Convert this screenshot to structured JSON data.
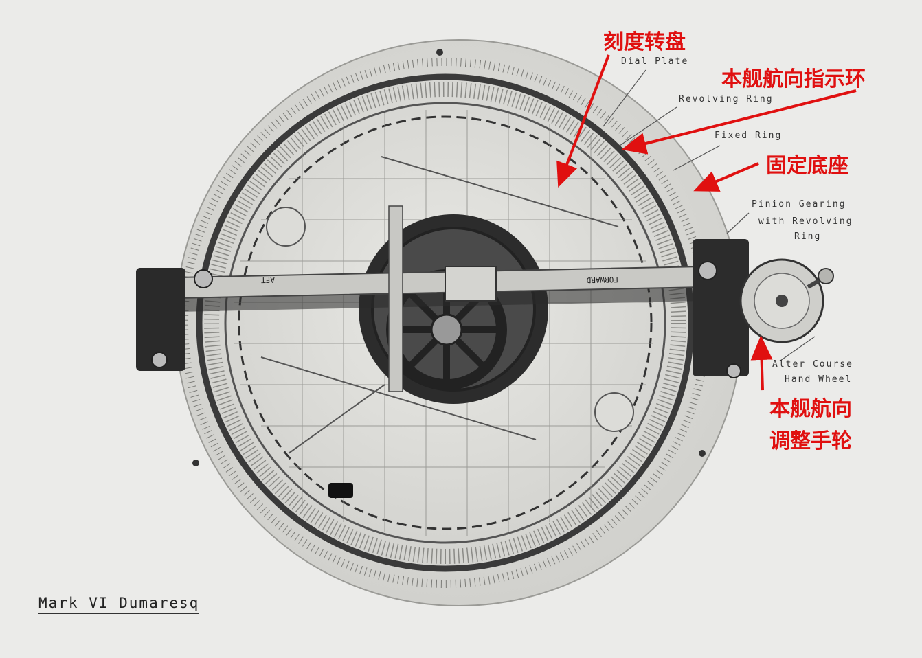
{
  "caption": "Mark VI Dumaresq",
  "labels_en": {
    "dial_plate": "Dial Plate",
    "revolving_ring": "Revolving Ring",
    "fixed_ring": "Fixed Ring",
    "pinion_line1": "Pinion Gearing",
    "pinion_line2": "with Revolving",
    "pinion_line3": "Ring",
    "alter_line1": "Alter Course",
    "alter_line2": "Hand Wheel"
  },
  "labels_zh": {
    "dial_plate": "刻度转盘",
    "own_course_ring": "本舰航向指示环",
    "fixed_base": "固定底座",
    "handwheel_line1": "本舰航向",
    "handwheel_line2": "调整手轮"
  },
  "bar_text": {
    "aft": "AFT",
    "forward": "FORWARD"
  },
  "colors": {
    "annotation": "#e01010",
    "metal": "#d6d6d2",
    "ring": "#3a3a3a"
  }
}
